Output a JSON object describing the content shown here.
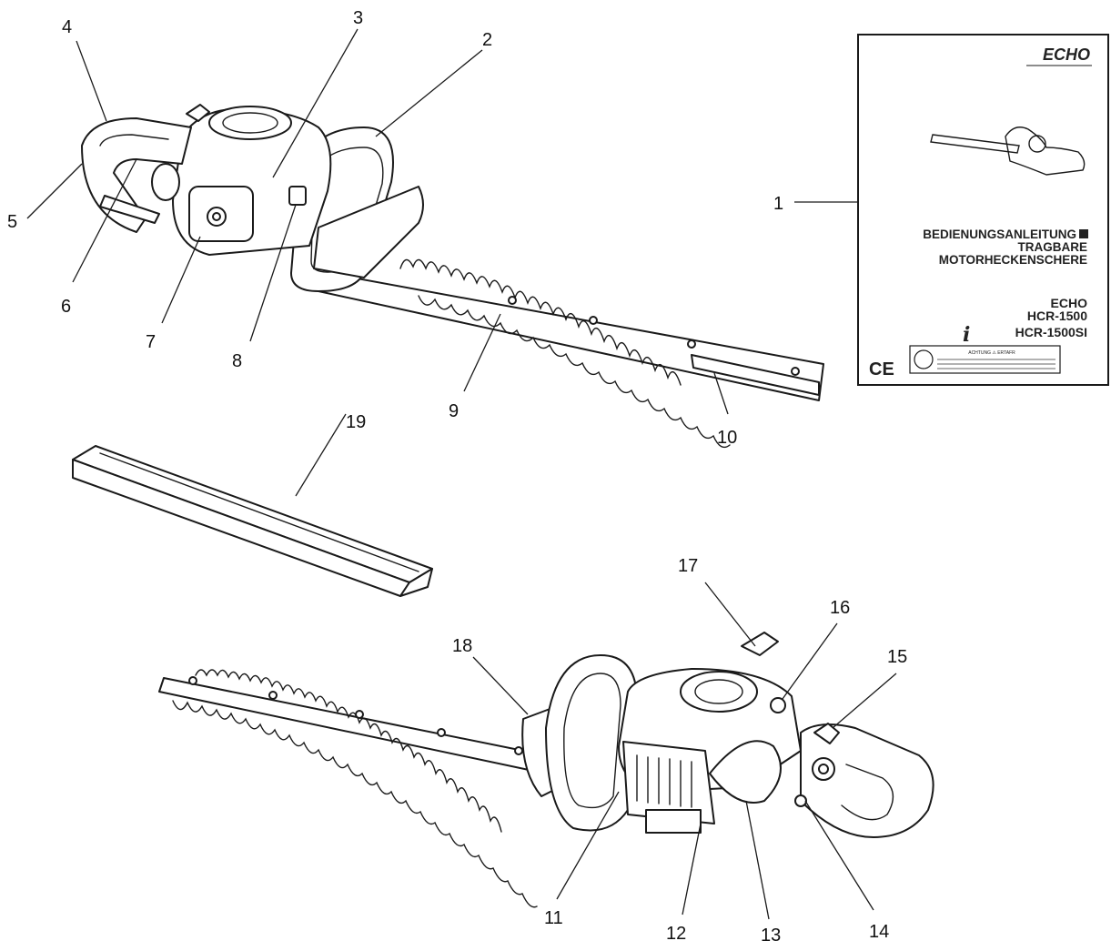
{
  "callouts": [
    "1",
    "2",
    "3",
    "4",
    "5",
    "6",
    "7",
    "8",
    "9",
    "10",
    "11",
    "12",
    "13",
    "14",
    "15",
    "16",
    "17",
    "18",
    "19"
  ],
  "manual": {
    "brand": "ECHO",
    "title_line1": "BEDIENUNGSANLEITUNG",
    "title_line2": "TRAGBARE",
    "title_line3": "MOTORHECKENSCHERE",
    "brand_small": "ECHO",
    "model1": "HCR-1500",
    "model2": "HCR-1500SI",
    "ce_mark": "CE",
    "warning_header": "ACHTUNG ⚠ ERTAFR"
  }
}
